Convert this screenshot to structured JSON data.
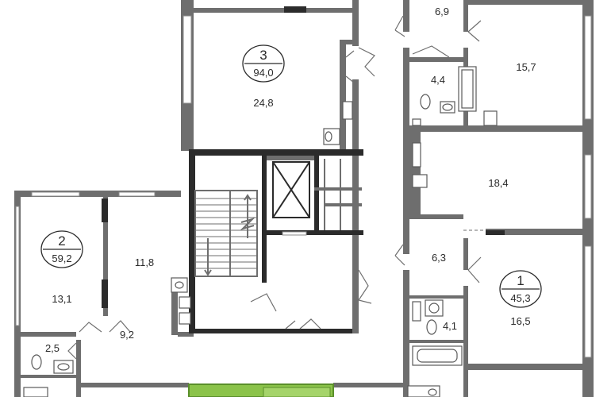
{
  "apartments": [
    {
      "id": "apt-3",
      "number": "3",
      "total_area": "94,0"
    },
    {
      "id": "apt-2",
      "number": "2",
      "total_area": "59,2"
    },
    {
      "id": "apt-1",
      "number": "1",
      "total_area": "45,3"
    }
  ],
  "rooms": [
    {
      "id": "room-24-8",
      "area": "24,8"
    },
    {
      "id": "room-6-9",
      "area": "6,9"
    },
    {
      "id": "room-15-7",
      "area": "15,7"
    },
    {
      "id": "room-4-4",
      "area": "4,4"
    },
    {
      "id": "room-18-4",
      "area": "18,4"
    },
    {
      "id": "room-11-8",
      "area": "11,8"
    },
    {
      "id": "room-13-1",
      "area": "13,1"
    },
    {
      "id": "room-6-3",
      "area": "6,3"
    },
    {
      "id": "room-4-1",
      "area": "4,1"
    },
    {
      "id": "room-16-5",
      "area": "16,5"
    },
    {
      "id": "room-2-5",
      "area": "2,5"
    },
    {
      "id": "room-9-2",
      "area": "9,2"
    }
  ],
  "colors": {
    "wall": "#6e6e6e",
    "core_wall": "#2b2b2b",
    "highlight": "#8bc34a"
  }
}
